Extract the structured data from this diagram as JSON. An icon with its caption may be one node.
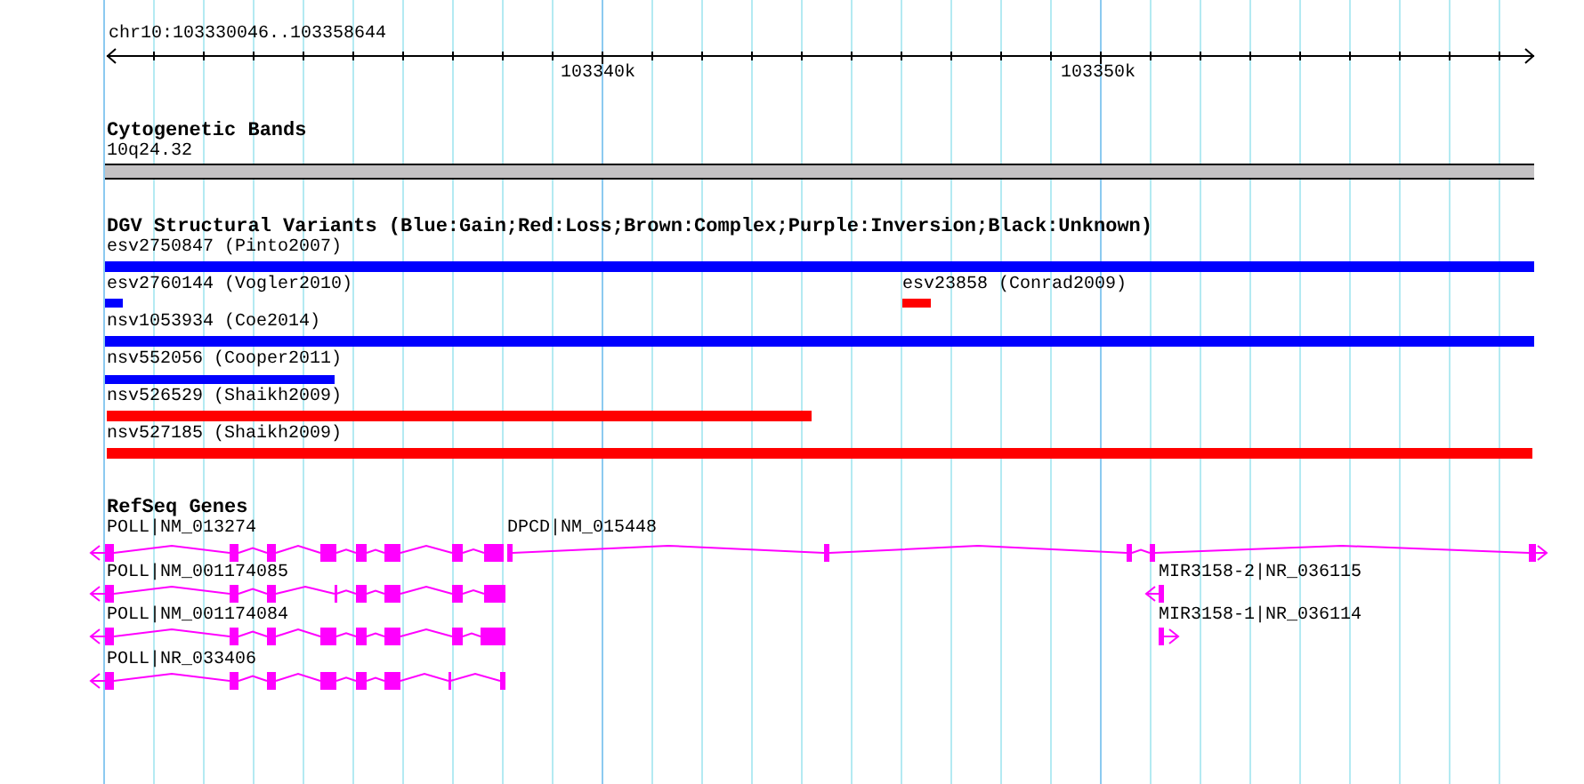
{
  "diagram": {
    "nodes": [
      {
        "text": [
          "10q24.32"
        ]
      },
      {
        "text": [
          "esv2750847 (Pinto2007)"
        ]
      },
      {
        "text": [
          "esv2760144 (Vogler2010)"
        ]
      },
      {
        "text": [
          "esv23858 (Conrad2009)"
        ]
      },
      {
        "text": [
          "nsv1053934 (Coe2014)"
        ]
      },
      {
        "text": [
          "nsv552056 (Cooper2011)"
        ]
      },
      {
        "text": [
          "nsv526529 (Shaikh2009)"
        ]
      },
      {
        "text": [
          "nsv527185 (Shaikh2009)"
        ]
      },
      {
        "text": [
          "POLL|NM_013274"
        ]
      },
      {
        "text": [
          "DPCD|NM_015448"
        ]
      },
      {
        "text": [
          "POLL|NM_001174085"
        ]
      },
      {
        "text": [
          "MIR3158-2|NR_036115"
        ]
      },
      {
        "text": [
          "POLL|NM_001174084"
        ]
      },
      {
        "text": [
          "MIR3158-1|NR_036114"
        ]
      },
      {
        "text": [
          "POLL|NR_033406"
        ]
      }
    ],
    "edges": [],
    "labels": [
      "chr10:103330046..103358644",
      "103340k",
      "103350k",
      "Cytogenetic Bands",
      "DGV Structural Variants (Blue:Gain;Red:Loss;Brown:Complex;Purple:Inversion;Black:Unknown)",
      "RefSeq Genes"
    ]
  }
}
